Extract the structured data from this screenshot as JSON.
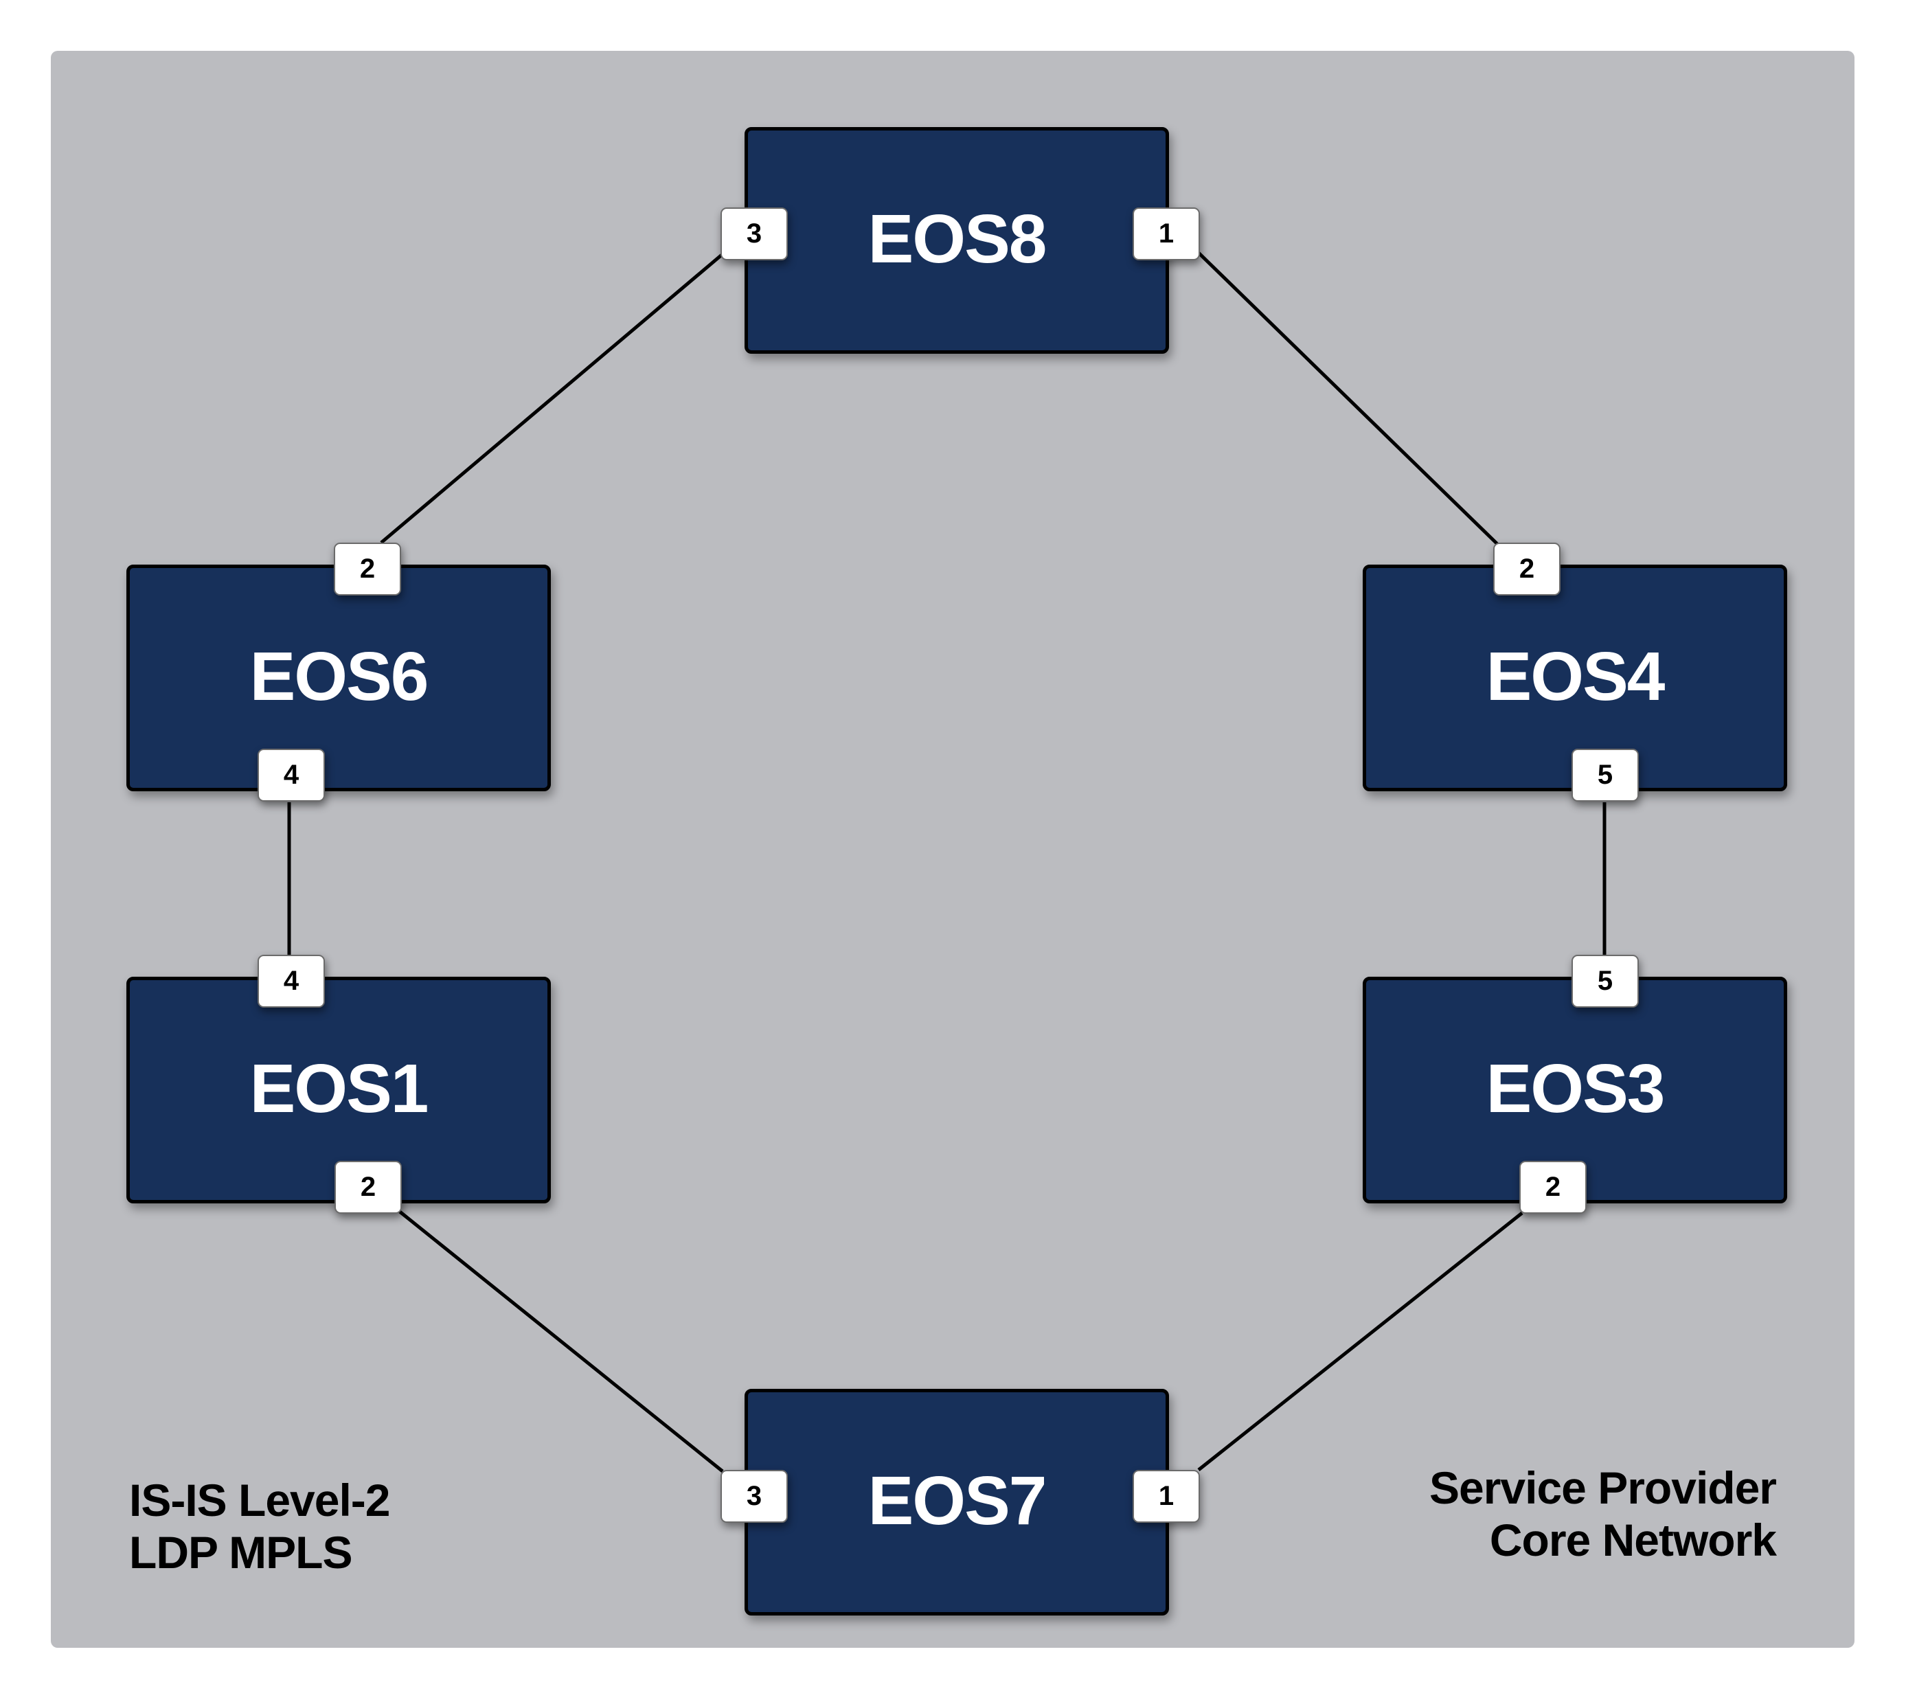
{
  "diagram": {
    "background_color": "#bbbcc0",
    "node_color": "#17305a",
    "nodes": [
      {
        "id": "EOS8",
        "label": "EOS8",
        "ports": [
          {
            "label": "3"
          },
          {
            "label": "1"
          }
        ]
      },
      {
        "id": "EOS6",
        "label": "EOS6",
        "ports": [
          {
            "label": "2"
          },
          {
            "label": "4"
          }
        ]
      },
      {
        "id": "EOS4",
        "label": "EOS4",
        "ports": [
          {
            "label": "2"
          },
          {
            "label": "5"
          }
        ]
      },
      {
        "id": "EOS1",
        "label": "EOS1",
        "ports": [
          {
            "label": "4"
          },
          {
            "label": "2"
          }
        ]
      },
      {
        "id": "EOS3",
        "label": "EOS3",
        "ports": [
          {
            "label": "5"
          },
          {
            "label": "2"
          }
        ]
      },
      {
        "id": "EOS7",
        "label": "EOS7",
        "ports": [
          {
            "label": "3"
          },
          {
            "label": "1"
          }
        ]
      }
    ],
    "links": [
      {
        "from": "EOS8",
        "from_port": "3",
        "to": "EOS6",
        "to_port": "2"
      },
      {
        "from": "EOS8",
        "from_port": "1",
        "to": "EOS4",
        "to_port": "2"
      },
      {
        "from": "EOS6",
        "from_port": "4",
        "to": "EOS1",
        "to_port": "4"
      },
      {
        "from": "EOS4",
        "from_port": "5",
        "to": "EOS3",
        "to_port": "5"
      },
      {
        "from": "EOS1",
        "from_port": "2",
        "to": "EOS7",
        "to_port": "3"
      },
      {
        "from": "EOS3",
        "from_port": "2",
        "to": "EOS7",
        "to_port": "1"
      }
    ],
    "caption_left": {
      "line1": "IS-IS Level-2",
      "line2": "LDP MPLS"
    },
    "caption_right": {
      "line1": "Service Provider",
      "line2": "Core Network"
    }
  }
}
